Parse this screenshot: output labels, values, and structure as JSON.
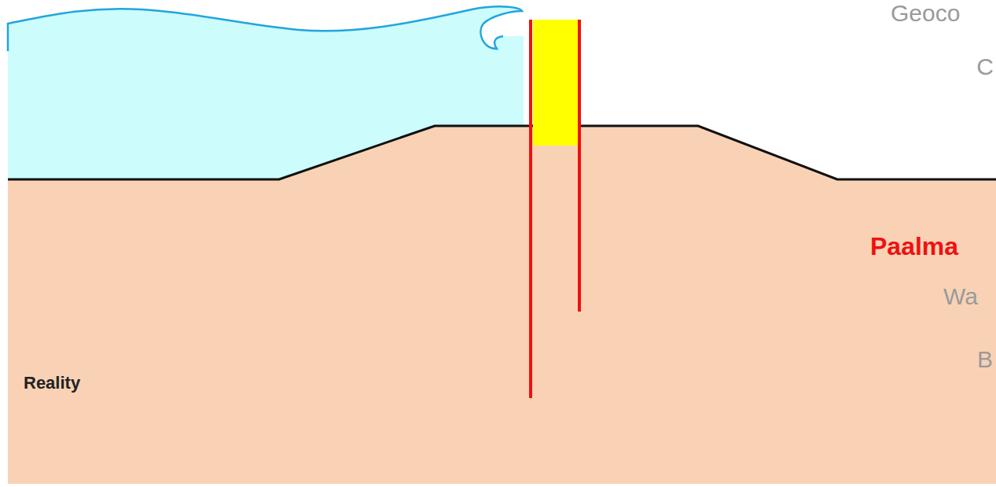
{
  "diagram": {
    "labels": [
      "Geoco",
      "C",
      "Paalma",
      "Wa",
      "B",
      "Reality"
    ]
  }
}
